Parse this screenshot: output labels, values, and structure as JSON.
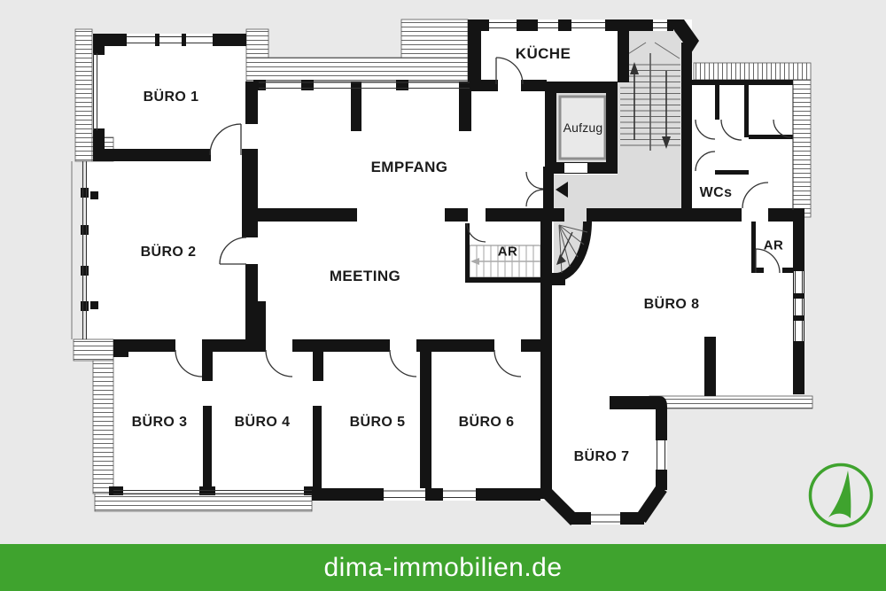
{
  "colors": {
    "background": "#e9e9e9",
    "walls": "#141414",
    "stair_gray": "#dcdcdc",
    "accent_green": "#3fa32e",
    "footer_text": "#ffffff"
  },
  "plan": {
    "rooms": {
      "buero1": "BÜRO 1",
      "buero2": "BÜRO 2",
      "buero3": "BÜRO 3",
      "buero4": "BÜRO 4",
      "buero5": "BÜRO 5",
      "buero6": "BÜRO 6",
      "buero7": "BÜRO 7",
      "buero8": "BÜRO 8",
      "empfang": "EMPFANG",
      "meeting": "MEETING",
      "kueche": "KÜCHE",
      "aufzug": "Aufzug",
      "wcs": "WCs",
      "ar_left": "AR",
      "ar_right": "AR"
    }
  },
  "footer": {
    "website": "dima-immobilien.de"
  },
  "logo": {
    "name": "dima-immobilien-logo"
  }
}
